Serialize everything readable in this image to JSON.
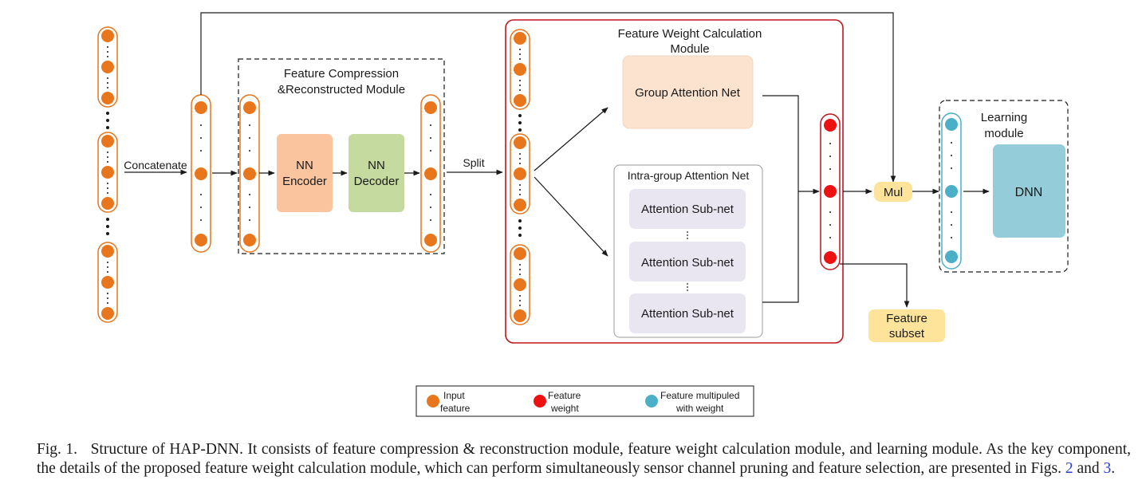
{
  "modules": {
    "compression_title_line1": "Feature Compression",
    "compression_title_line2": "&Reconstructed Module",
    "weight_title_line1": "Feature Weight Calculation",
    "weight_title_line2": "Module",
    "learning_title_line1": "Learning",
    "learning_title_line2": "module"
  },
  "blocks": {
    "encoder_line1": "NN",
    "encoder_line2": "Encoder",
    "decoder_line1": "NN",
    "decoder_line2": "Decoder",
    "group_attention": "Group Attention Net",
    "intra_group_title": "Intra-group Attention Net",
    "attention_subnet": "Attention Sub-net",
    "mul": "Mul",
    "dnn": "DNN",
    "feature_subset_line1": "Feature",
    "feature_subset_line2": "subset"
  },
  "edge_labels": {
    "concatenate": "Concatenate",
    "split": "Split"
  },
  "legend": {
    "input_line1": "Input",
    "input_line2": "feature",
    "weight_line1": "Feature",
    "weight_line2": "weight",
    "multiplied_line1": "Feature multipuled",
    "multiplied_line2": "with weight"
  },
  "colors": {
    "input_feature": "#e8761c",
    "feature_weight": "#ee1111",
    "weighted_feature": "#4bafc8",
    "encoder": "#f9c49e",
    "decoder": "#c4da9f",
    "group_attention": "#fbe3d0",
    "subnet": "#e9e6f1",
    "mul": "#fde49a",
    "dnn": "#94ccd9",
    "weight_module_border": "#c0161d",
    "link": "#2a3fd6"
  },
  "caption": {
    "lead": "Fig. 1.",
    "text": "Structure of HAP-DNN. It consists of feature compression & reconstruction module, feature weight calculation module, and learning module. As the key component, the details of the proposed feature weight calculation module, which can perform simultaneously sensor channel pruning and feature selection, are presented in Figs.",
    "ref1": "2",
    "and": "and",
    "ref2": "3",
    "end": "."
  }
}
